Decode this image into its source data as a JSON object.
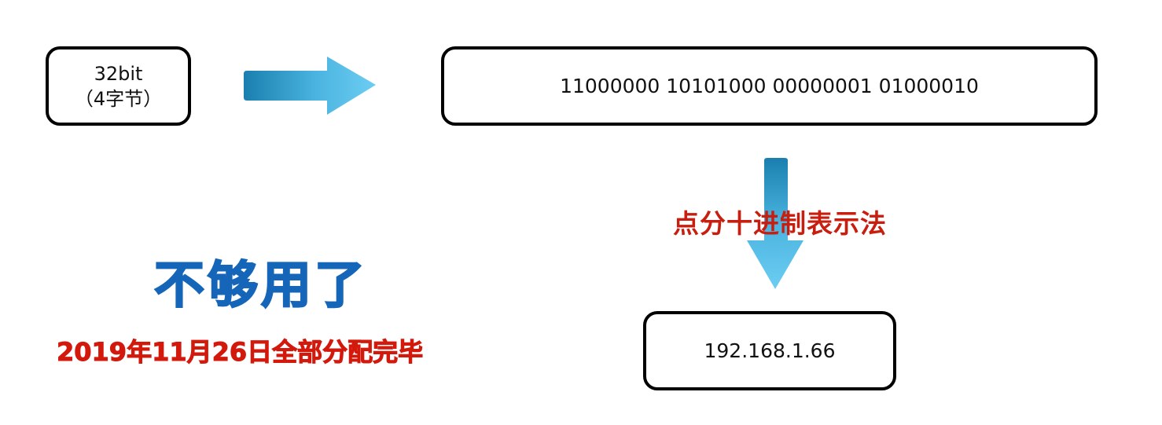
{
  "diagram": {
    "source_box": {
      "line1": "32bit",
      "line2": "（4字节）"
    },
    "binary_box": {
      "text": "11000000 10101000 00000001 01000010"
    },
    "method_label": "点分十进制表示法",
    "ip_box": {
      "text": "192.168.1.66"
    },
    "not_enough_label": "不够用了",
    "exhausted_label": "2019年11月26日全部分配完毕"
  },
  "colors": {
    "arrow_dark": "#1a7fae",
    "arrow_light": "#6ccdf2",
    "red_text": "#c81e0f",
    "blue_text": "#1565b8"
  },
  "icons": [
    "arrow-right-icon",
    "arrow-down-icon"
  ]
}
